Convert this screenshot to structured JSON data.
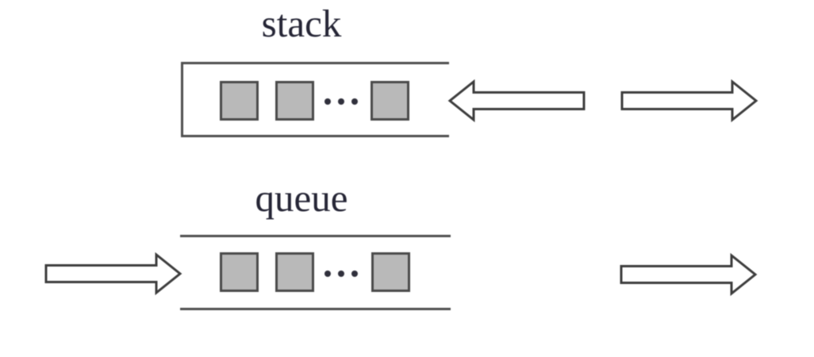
{
  "figure": {
    "title": "stack vs queue diagram",
    "background_color": "#ffffff",
    "outline_color": "#4f4f4f",
    "cell_fill_color": "#b9b9b9",
    "cell_border_color": "#4a4a4a",
    "arrow_fill_color": "#ffffff",
    "arrow_stroke_color": "#3d3d3d",
    "text_color": "#262636"
  },
  "stack": {
    "label": "stack",
    "cells_shown": 3,
    "has_ellipsis": true,
    "open_side": "right",
    "arrows": [
      {
        "name": "push-arrow",
        "direction": "left",
        "meaning": "insert at open end"
      },
      {
        "name": "pop-arrow",
        "direction": "right",
        "meaning": "remove from open end"
      }
    ]
  },
  "queue": {
    "label": "queue",
    "cells_shown": 3,
    "has_ellipsis": true,
    "open_side": "both",
    "arrows": [
      {
        "name": "enqueue-arrow",
        "direction": "right",
        "meaning": "insert at rear"
      },
      {
        "name": "dequeue-arrow",
        "direction": "right",
        "meaning": "remove from front"
      }
    ]
  }
}
